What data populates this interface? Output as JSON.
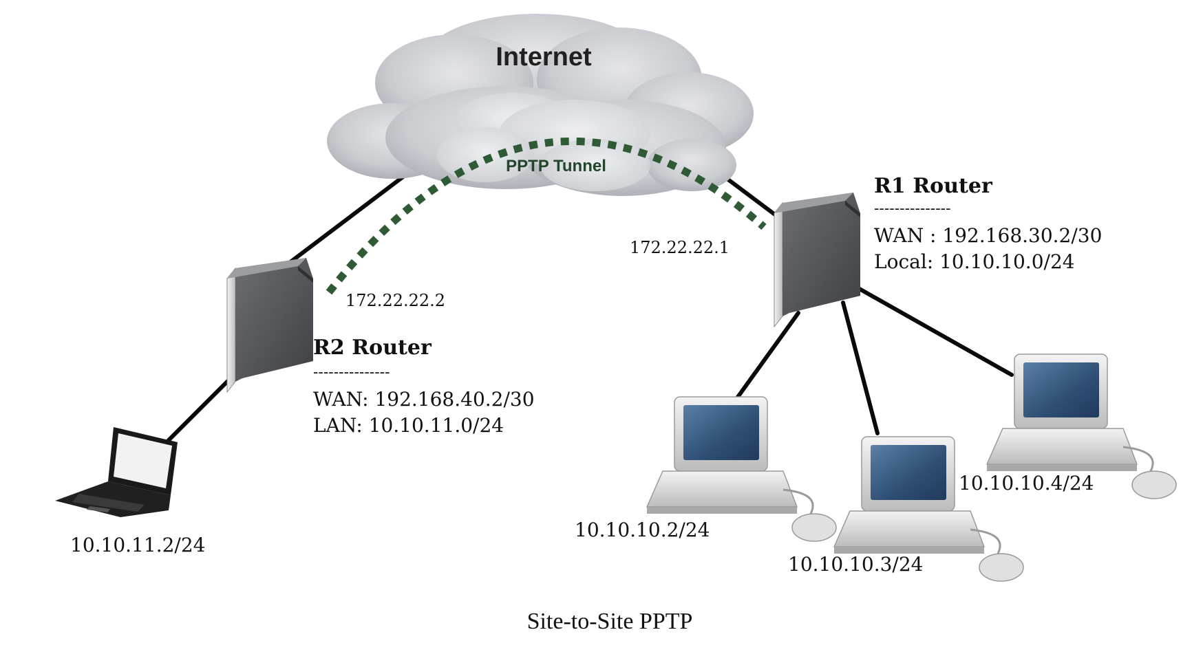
{
  "cloud": {
    "label": "Internet",
    "tunnel_label": "PPTP Tunnel"
  },
  "r2": {
    "title": "R2 Router",
    "separator": "---------------",
    "wan": "WAN: 192.168.40.2/30",
    "lan": "LAN: 10.10.11.0/24",
    "tunnel_ip": "172.22.22.2"
  },
  "r1": {
    "title": "R1 Router",
    "separator": "---------------",
    "wan": "WAN : 192.168.30.2/30",
    "local": "Local: 10.10.10.0/24",
    "tunnel_ip": "172.22.22.1"
  },
  "hosts": {
    "laptop": "10.10.11.2/24",
    "pc1": "10.10.10.2/24",
    "pc2": "10.10.10.3/24",
    "pc3": "10.10.10.4/24"
  },
  "caption": "Site-to-Site PPTP",
  "colors": {
    "tunnel": "#2f5a36",
    "tunnel_label": "#23452a",
    "cloud": "#c5c7cc",
    "link": "#0a0a0a",
    "router_body": "#55575b",
    "screen": "#35557a"
  },
  "icons": {
    "cloud": "cloud-icon",
    "router": "router-icon",
    "laptop": "laptop-icon",
    "desktop": "desktop-computer-icon"
  }
}
